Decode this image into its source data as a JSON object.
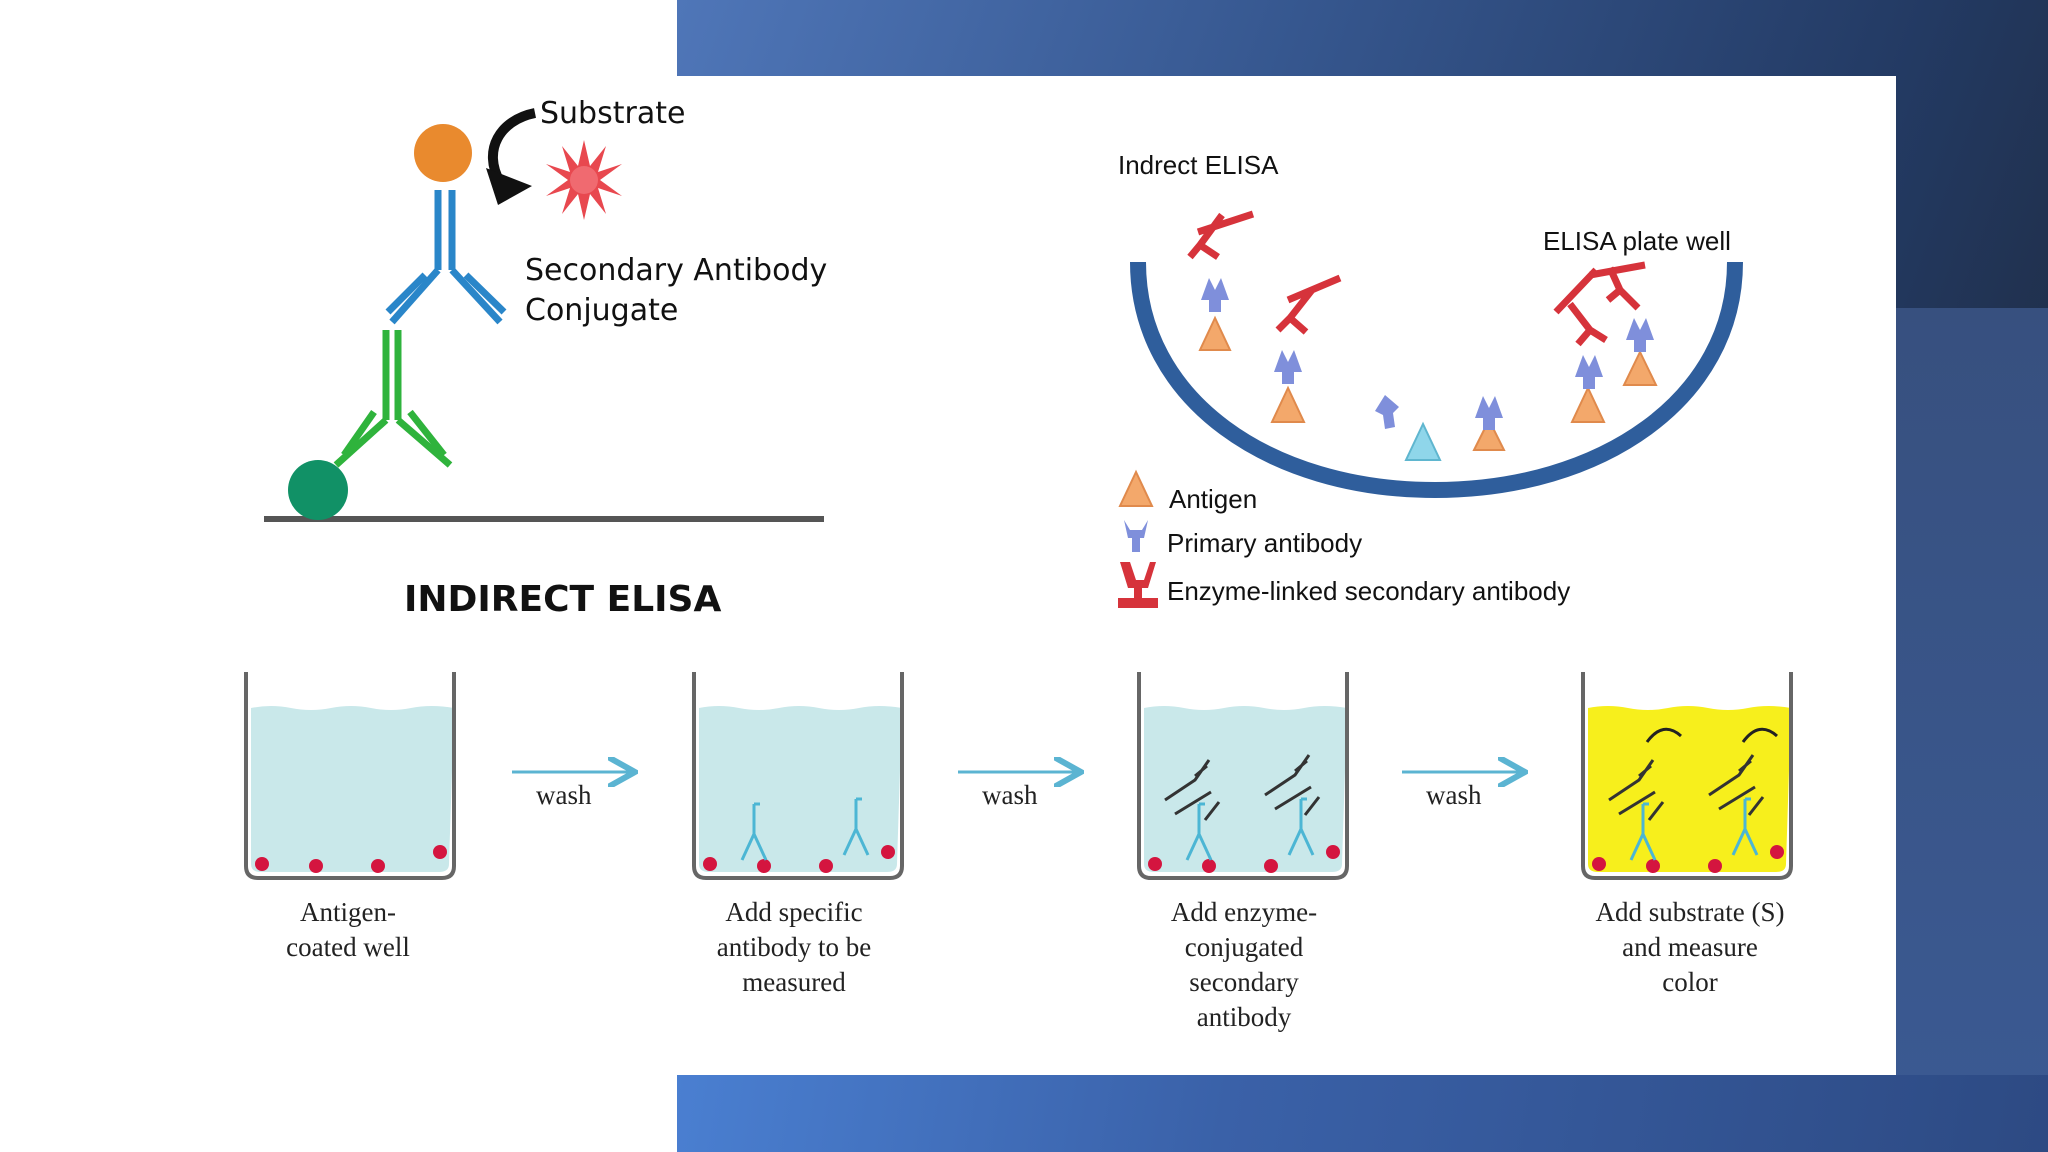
{
  "left_diagram": {
    "substrate_label": "Substrate",
    "conjugate_label_line1": "Secondary Antibody",
    "conjugate_label_line2": "Conjugate",
    "title": "INDIRECT ELISA"
  },
  "right_diagram": {
    "title": "Indrect ELISA",
    "well_label": "ELISA plate well",
    "legend": [
      {
        "label": "Antigen",
        "icon": "antigen-triangle-icon",
        "color": "#f3a86b"
      },
      {
        "label": "Primary antibody",
        "icon": "primary-antibody-icon",
        "color": "#7f8fdb"
      },
      {
        "label": "Enzyme-linked secondary antibody",
        "icon": "secondary-antibody-icon",
        "color": "#d6333b"
      }
    ]
  },
  "steps": [
    {
      "caption": "Antigen-\ncoated well",
      "fill": "#c9e8ea"
    },
    {
      "caption": "Add specific\nantibody to be\nmeasured",
      "fill": "#c9e8ea"
    },
    {
      "caption": "Add enzyme-\nconjugated\nsecondary\nantibody",
      "fill": "#c9e8ea"
    },
    {
      "caption": "Add substrate (S)\nand measure\ncolor",
      "fill": "#f7ef1c"
    }
  ],
  "wash_labels": [
    "wash",
    "wash",
    "wash"
  ],
  "colors": {
    "secondary_antibody": "#2a86c9",
    "primary_antibody": "#2fb33c",
    "enzyme_ball": "#e98a2e",
    "antigen_ball": "#119166",
    "substrate_star": "#e8484f",
    "well_arc": "#2f5e9c",
    "arrow": "#5bb4d2",
    "antigen_dot": "#d4153f"
  }
}
